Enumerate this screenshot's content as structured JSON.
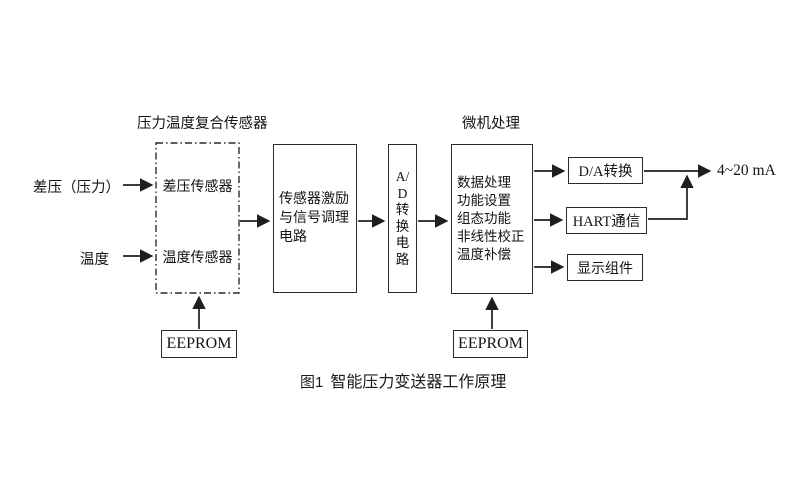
{
  "diagram": {
    "group_labels": {
      "sensor_unit": "压力温度复合传感器",
      "micro_unit": "微机处理"
    },
    "inputs": {
      "pressure": "差压（压力）",
      "temperature": "温度"
    },
    "boxes": {
      "dp_sensor": "差压传感器",
      "temp_sensor": "温度传感器",
      "excitation": "传感器激励\n与信号调理\n电路",
      "adc": "A/\nD\n转\n换\n电\n路",
      "processor": "数据处理\n功能设置\n组态功能\n非线性校正\n温度补偿",
      "da_convert": "D/A转换",
      "hart": "HART通信",
      "display_module": "显示组件",
      "eeprom_left": "EEPROM",
      "eeprom_right": "EEPROM"
    },
    "output_label": "4~20 mA",
    "caption": {
      "prefix": "图1",
      "title": "智能压力变送器工作原理"
    },
    "colors": {
      "line": "#1f1f1f",
      "text": "#141414",
      "background": "#ffffff"
    }
  }
}
